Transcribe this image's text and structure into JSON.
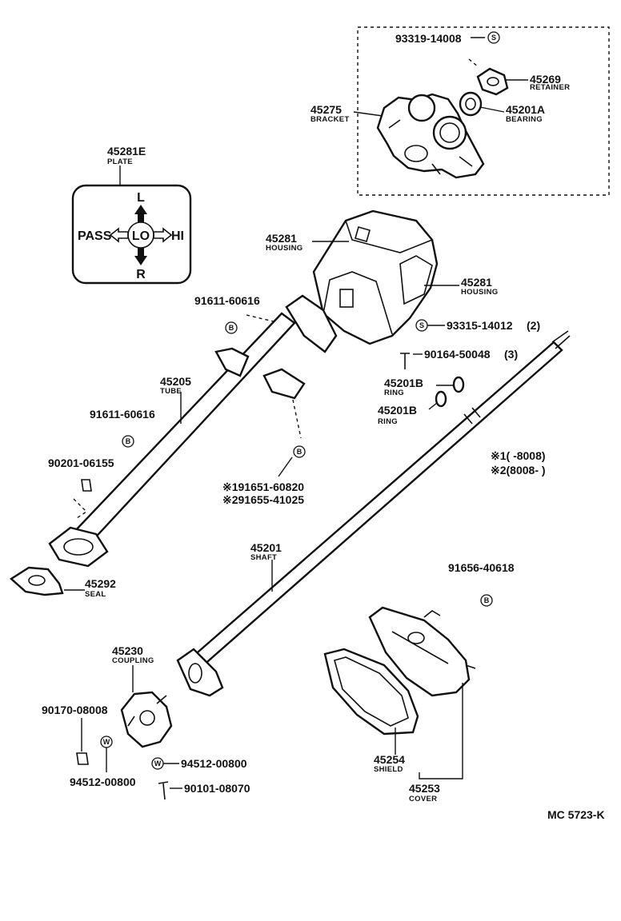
{
  "labels": {
    "p93319": "93319-14008",
    "p45269": "45269",
    "n45269": "RETAINER",
    "p45275": "45275",
    "n45275": "BRACKET",
    "p45201A": "45201A",
    "n45201A": "BEARING",
    "p45281E": "45281E",
    "n45281E": "PLATE",
    "p45281a": "45281",
    "n45281a": "HOUSING",
    "p45281b": "45281",
    "n45281b": "HOUSING",
    "p91611a": "91611-60616",
    "p93315": "93315-14012",
    "q93315": "(2)",
    "p90164": "90164-50048",
    "q90164": "(3)",
    "p45205": "45205",
    "n45205": "TUBE",
    "p45201B1": "45201B",
    "n45201B1": "RING",
    "p45201B2": "45201B",
    "n45201B2": "RING",
    "p91611b": "91611-60616",
    "p90201": "90201-06155",
    "p191651": "※191651-60820",
    "p291655": "※291655-41025",
    "note1": "※1(        -8008)",
    "note2": "※2(8008-        )",
    "p45201": "45201",
    "n45201": "SHAFT",
    "p45292": "45292",
    "n45292": "SEAL",
    "p91656": "91656-40618",
    "p45230": "45230",
    "n45230": "COUPLING",
    "p90170": "90170-08008",
    "p94512a": "94512-00800",
    "p94512b": "94512-00800",
    "p90101": "90101-08070",
    "p45254": "45254",
    "n45254": "SHIELD",
    "p45253": "45253",
    "n45253": "COVER",
    "code": "MC 5723-K"
  },
  "plate": {
    "top": "L",
    "bottom": "R",
    "left": "PASS",
    "center": "LO",
    "right": "HI"
  },
  "symbols": {
    "s": "S",
    "b": "B",
    "w": "W"
  }
}
